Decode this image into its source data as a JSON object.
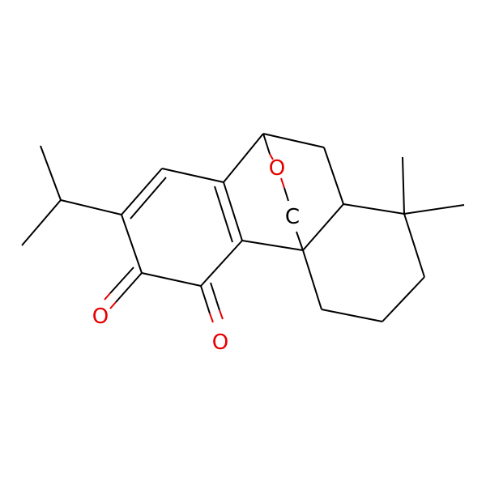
{
  "structure": {
    "colors": {
      "carbon": "#000000",
      "oxygen": "#e60000",
      "background": "#ffffff"
    },
    "atom_labels": [
      {
        "id": "bridge-oxygen",
        "text": "O",
        "element": "oxygen"
      },
      {
        "id": "bridge-carbon",
        "text": "C",
        "element": "carbon"
      },
      {
        "id": "ketone-oxygen-left",
        "text": "O",
        "element": "oxygen"
      },
      {
        "id": "ketone-oxygen-right",
        "text": "O",
        "element": "oxygen"
      }
    ]
  }
}
